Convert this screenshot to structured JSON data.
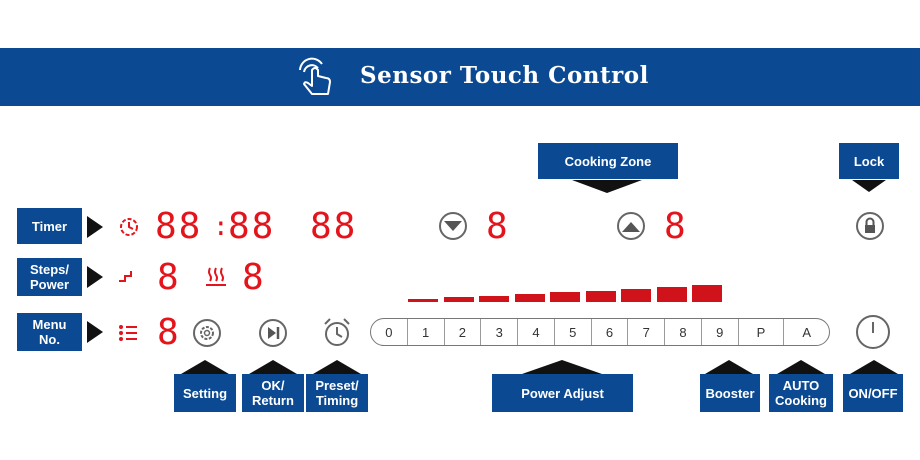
{
  "header": {
    "title": "Sensor Touch Control",
    "icon": "touch-hand-icon"
  },
  "labels": {
    "timer": "Timer",
    "steps_power": "Steps/\nPower",
    "menu_no": "Menu\nNo.",
    "cooking_zone": "Cooking Zone",
    "lock": "Lock",
    "setting": "Setting",
    "ok_return": "OK/\nReturn",
    "preset_timing": "Preset/\nTiming",
    "power_adjust": "Power Adjust",
    "booster": "Booster",
    "auto_cooking": "AUTO\nCooking",
    "on_off": "ON/OFF"
  },
  "displays": {
    "timer_hm_1": "88",
    "timer_colon": ":",
    "timer_hm_2": "88",
    "timer_extra": "88",
    "steps": "8",
    "power": "8",
    "menu": "8",
    "zone_left": "8",
    "zone_right": "8"
  },
  "power_scale": [
    "0",
    "1",
    "2",
    "3",
    "4",
    "5",
    "6",
    "7",
    "8",
    "9",
    "P",
    "A"
  ],
  "power_levels_count": 9,
  "colors": {
    "brand_blue": "#0b4a93",
    "display_red": "#e3141b",
    "arrow": "#111111"
  }
}
